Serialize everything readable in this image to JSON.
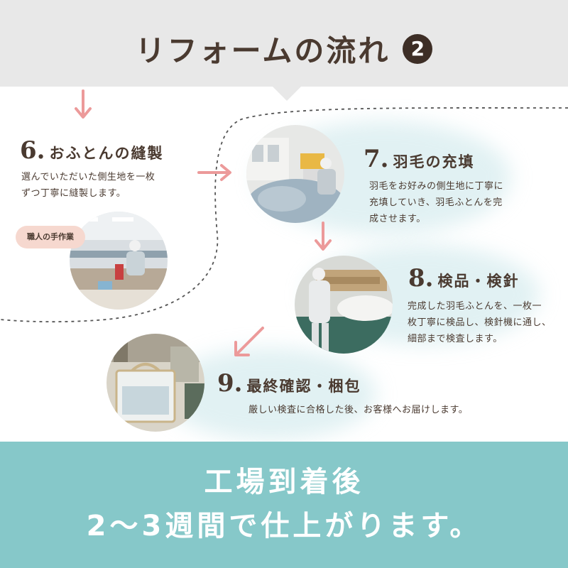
{
  "header": {
    "title": "リフォームの流れ",
    "badge": "2"
  },
  "steps": [
    {
      "number": "6.",
      "title": "おふとんの縫製",
      "desc_lines": [
        "選んでいただいた側生地を一枚",
        "ずつ丁寧に縫製します。"
      ],
      "bubble": "職人の手作業"
    },
    {
      "number": "7.",
      "title": "羽毛の充填",
      "desc_lines": [
        "羽毛をお好みの側生地に丁寧に",
        "充填していき、羽毛ふとんを完",
        "成させます。"
      ]
    },
    {
      "number": "8.",
      "title": "検品・検針",
      "desc_lines": [
        "完成した羽毛ふとんを、一枚一",
        "枚丁寧に検品し、検針機に通し、",
        "細部まで検査します。"
      ]
    },
    {
      "number": "9.",
      "title": "最終確認・梱包",
      "desc_lines": [
        "厳しい検査に合格した後、お客様へお届けします。"
      ]
    }
  ],
  "footer": {
    "line1": "工場到着後",
    "line2": "2～3週間で仕上がります。"
  },
  "colors": {
    "header_bg": "#e8e8e8",
    "text": "#4a3a30",
    "arrow": "#ec9a9a",
    "footer_bg": "#86c8c9",
    "bubble_bg": "#f6d8cf"
  }
}
